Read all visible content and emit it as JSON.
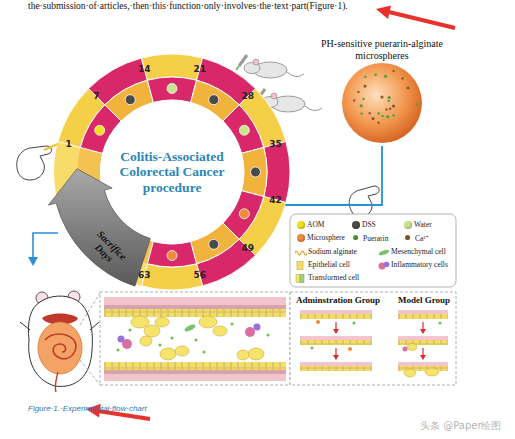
{
  "diagram": {
    "caption": "Figure·1.·Experimental·flow·chart",
    "nodes": [
      {
        "text": [
          "1",
          "7",
          "14",
          "21",
          "28",
          "35",
          "42",
          "49",
          "56",
          "63"
        ]
      },
      {
        "text": [
          "Colitis-Associated Colorectal Cancer procedure"
        ],
        "in": 0
      },
      {
        "text": [
          "Sacrifice Days"
        ]
      },
      {
        "text": [
          "PH-sensitive puerarin-alginate microspheres"
        ]
      }
    ],
    "edges": [
      {
        "from": 3,
        "to": 0,
        "arrow": "none"
      }
    ],
    "labels": [
      "the·submission·of·articles,·then·this·function·only·involves·the·text·part(Figure·1).",
      "Adminstration Group",
      "Model Group",
      "头条 @Paper绘图"
    ],
    "legend": [
      {
        "text": "AOM",
        "color": "#f4e01c"
      },
      {
        "text": "DSS",
        "color": "#4a4a4a"
      },
      {
        "text": "Water",
        "color": "#c9e48a"
      },
      {
        "text": "Microsphere",
        "color": "#f08a3c"
      },
      {
        "text": "Puerarin",
        "color": "#4f9e32"
      },
      {
        "text": "Ca²⁺",
        "color": "#8a5a2b"
      },
      {
        "text": "Sodium alginate"
      },
      {
        "text": "Mesenchymal cell"
      },
      {
        "text": "Epithelial cell"
      },
      {
        "text": "Inflammatory cells"
      },
      {
        "text": "Transformed cell"
      }
    ]
  }
}
